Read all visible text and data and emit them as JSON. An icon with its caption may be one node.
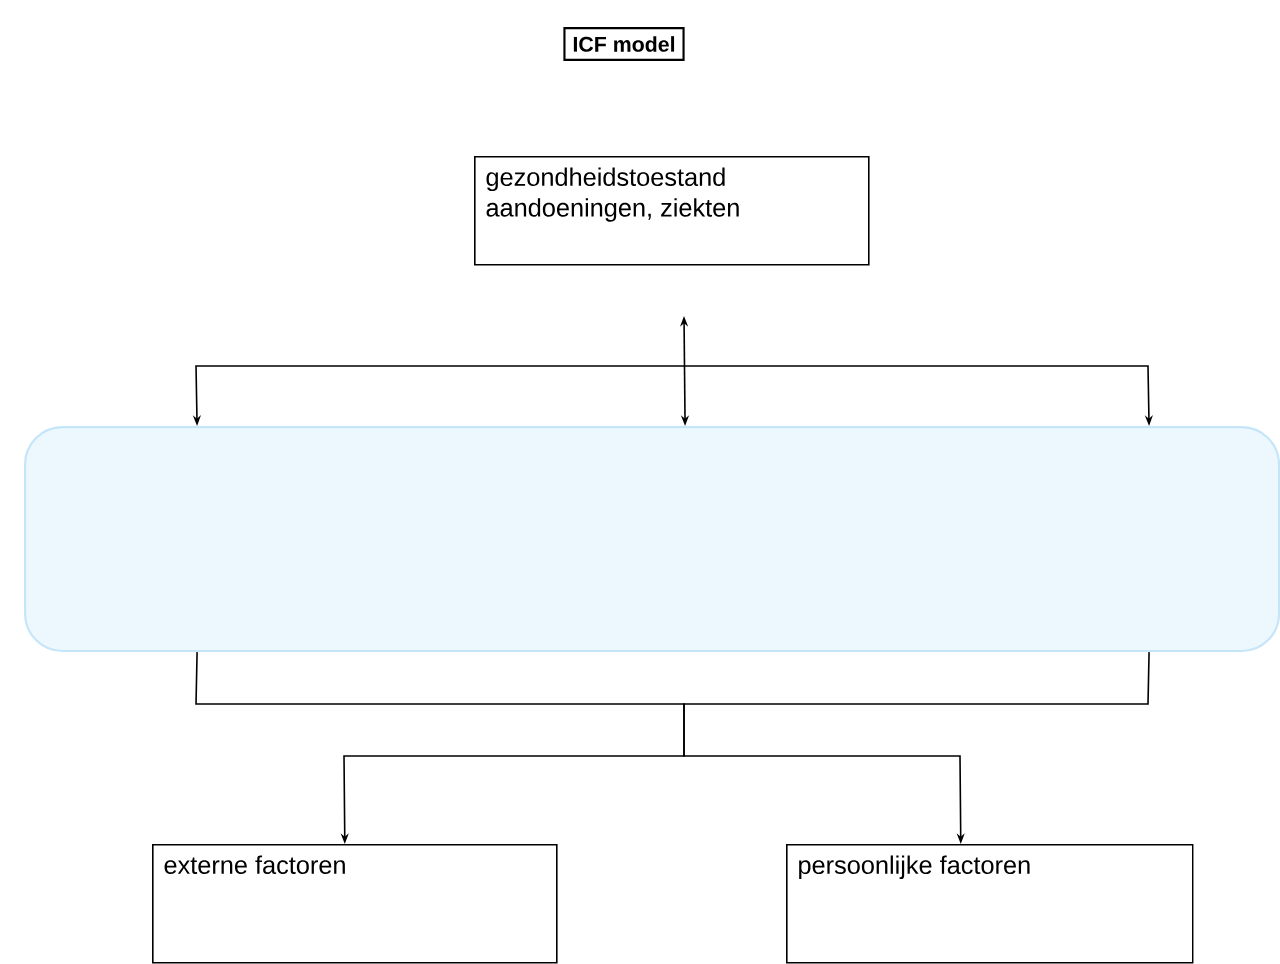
{
  "diagram": {
    "title": "ICF model",
    "nodes": [
      {
        "text": [
          "gezondheidstoestand aandoeningen, ziekten"
        ]
      },
      {
        "text": [],
        "shape": "box"
      },
      {
        "text": [
          "externe factoren"
        ]
      },
      {
        "text": [
          "persoonlijke factoren"
        ]
      }
    ],
    "edges": [
      {
        "from": null,
        "to": 1,
        "arrow": "to"
      },
      {
        "from": null,
        "to": 1,
        "arrow": "both"
      },
      {
        "from": null,
        "to": 1,
        "arrow": "to"
      },
      {
        "from": 1,
        "to": 2,
        "arrow": "to"
      },
      {
        "from": 1,
        "to": 3,
        "arrow": "to"
      }
    ]
  }
}
